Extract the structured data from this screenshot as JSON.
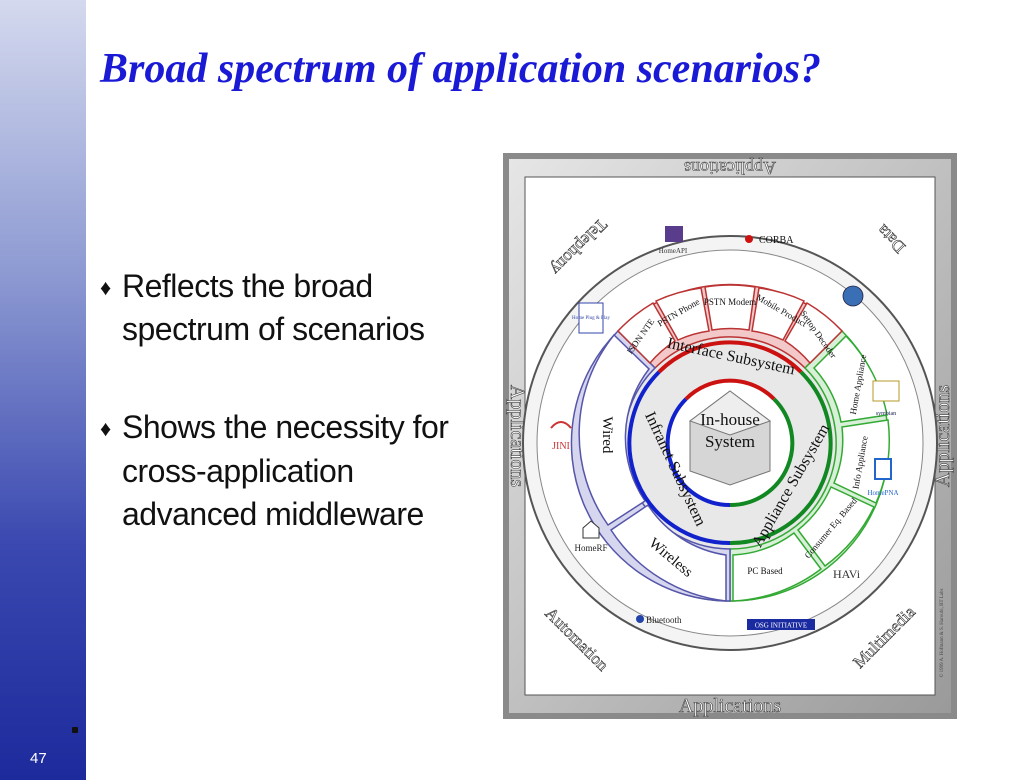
{
  "slide": {
    "title": "Broad spectrum of application scenarios?",
    "number": "47",
    "bullets": [
      "Reflects the broad spectrum of scenarios",
      "Shows the necessity for cross-application advanced middleware"
    ]
  },
  "diagram": {
    "center": [
      "In-house",
      "System"
    ],
    "ring_labels": {
      "interface": "Interface Subsystem",
      "infranet": "Infranet Subsystem",
      "appliance": "Appliance Subsystem"
    },
    "interface_items": [
      "ISDN NTE",
      "PSTN Phone",
      "PSTN Modem",
      "Mobile Product",
      "Settop Decoder"
    ],
    "infranet_items": [
      "Wired",
      "Wireless"
    ],
    "appliance_items": [
      "Home Appliance",
      "Info Appliance",
      "Consumer Eq. Based",
      "PC Based"
    ],
    "frame_labels": {
      "top": "Applications",
      "bottom": "Applications",
      "left": "Applications",
      "right": "Applications"
    },
    "corner_labels": {
      "top_left": "Telephony",
      "top_right": "Data",
      "bottom_left": "Automation",
      "bottom_right": "Multimedia"
    },
    "logos": {
      "homeapi": "HomeAPI",
      "corba": "CORBA",
      "jini": "JINI",
      "homerf": "HomeRF",
      "bluetooth": "Bluetooth",
      "osg": "OSG INITIATIVE",
      "havi": "HAVi",
      "homepna": "HomePNA",
      "symbian": "symbian",
      "homeplug": "Home Plug & Play"
    },
    "copyright": "© 1999 A. Hofmann & S. Haroubi, BT Labs"
  }
}
